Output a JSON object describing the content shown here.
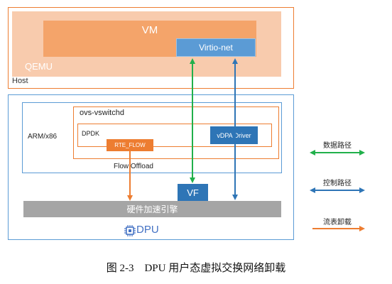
{
  "diagram": {
    "host_label": "Host",
    "qemu_label": "QEMU",
    "vm_label": "VM",
    "virtio_label": "Virtio-net",
    "ovs_label": "ovs-vswitchd",
    "arm_label": "ARM/x86",
    "dpdk_label": "DPDK",
    "vdpa_label": "vDPA Driver",
    "rte_flow_label": "RTE_FLOW",
    "flow_offload_label": "Flow Offload",
    "vf_label": "VF",
    "engine_label": "硬件加速引擎",
    "dpu_label": "DPU"
  },
  "legend": {
    "data_path": "数据路径",
    "control_path": "控制路径",
    "flow_offload": "流表卸载"
  },
  "colors": {
    "orange": "#ed7d31",
    "blue": "#2e75b6",
    "green": "#21b04b",
    "gray": "#a5a5a5"
  },
  "icons": {
    "dpu_chip": "chip-icon"
  },
  "caption": "图 2-3　DPU 用户态虚拟交换网络卸载"
}
